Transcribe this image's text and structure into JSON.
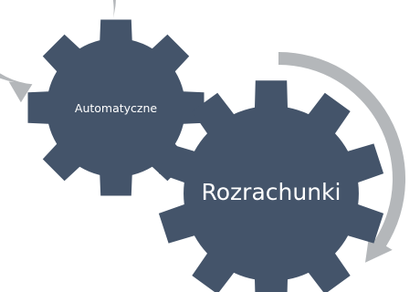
{
  "colors": {
    "gear_fill": "#44546a",
    "arrow_fill": "#b4b7ba"
  },
  "gears": [
    {
      "label": "Automatyczne"
    },
    {
      "label": "Rozrachunki"
    }
  ],
  "arrows": [
    {
      "name": "curved-arrow"
    },
    {
      "name": "curved-arrow"
    }
  ]
}
